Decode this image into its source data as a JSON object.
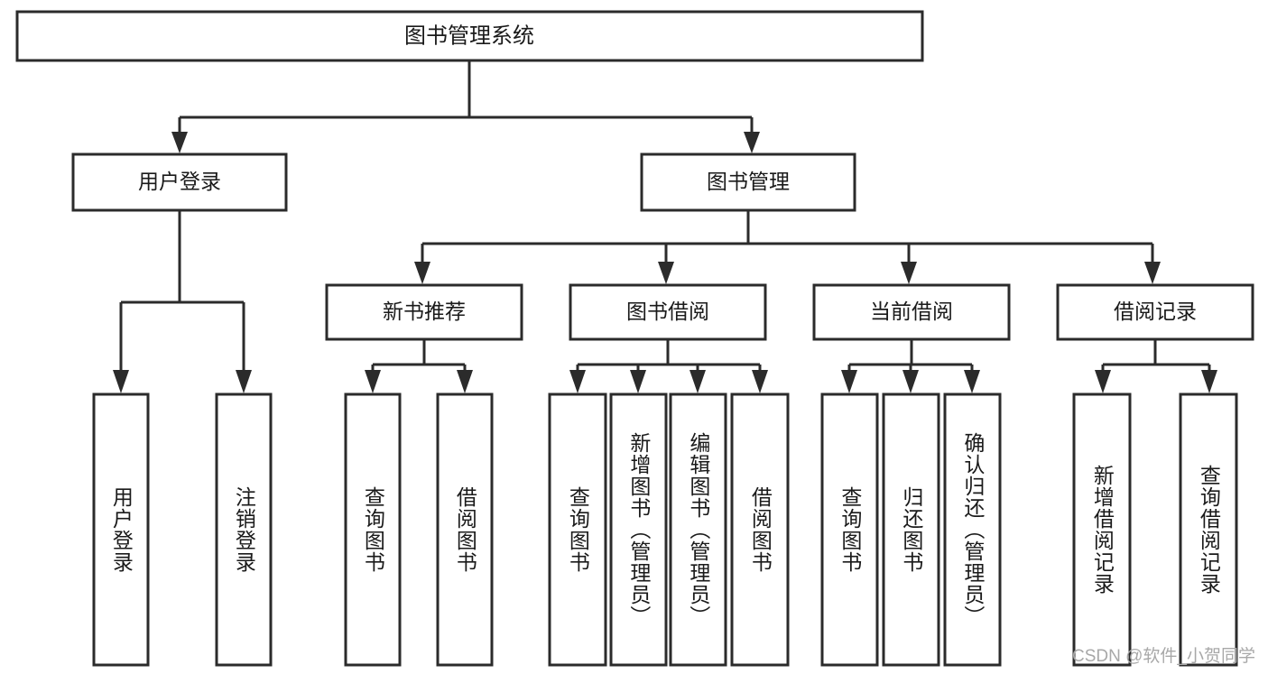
{
  "diagram": {
    "type": "hierarchy-tree",
    "title": "图书管理系统",
    "watermark": "CSDN @软件_小贺同学",
    "colors": {
      "stroke": "#2b2b2b",
      "fill": "#ffffff",
      "text": "#1a1a1a",
      "watermark": "#a8a8a8"
    },
    "level1": {
      "label": "图书管理系统"
    },
    "level2": [
      {
        "label": "用户登录"
      },
      {
        "label": "图书管理"
      }
    ],
    "level3": [
      {
        "label": "新书推荐"
      },
      {
        "label": "图书借阅"
      },
      {
        "label": "当前借阅"
      },
      {
        "label": "借阅记录"
      }
    ],
    "leaves": {
      "user_login": [
        {
          "label": "用户登录"
        },
        {
          "label": "注销登录"
        }
      ],
      "new_book_recommend": [
        {
          "label": "查询图书"
        },
        {
          "label": "借阅图书"
        }
      ],
      "book_borrow": [
        {
          "label": "查询图书"
        },
        {
          "label": "新增图书（管理员）"
        },
        {
          "label": "编辑图书（管理员）"
        },
        {
          "label": "借阅图书"
        }
      ],
      "current_borrow": [
        {
          "label": "查询图书"
        },
        {
          "label": "归还图书"
        },
        {
          "label": "确认归还（管理员）"
        }
      ],
      "borrow_record": [
        {
          "label": "新增借阅记录"
        },
        {
          "label": "查询借阅记录"
        }
      ]
    }
  }
}
